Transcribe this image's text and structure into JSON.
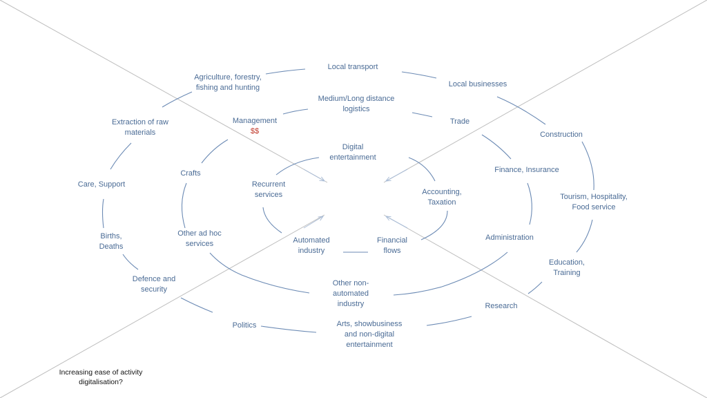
{
  "rings": {
    "outer": [
      "Local transport",
      "Local businesses",
      "Construction",
      "Tourism, Hospitality,\nFood service",
      "Education,\nTraining",
      "Research",
      "Arts, showbusiness\nand non-digital\nentertainment",
      "Politics",
      "Defence and\nsecurity",
      "Births,\nDeaths",
      "Care, Support",
      "Extraction of raw\nmaterials",
      "Agriculture, forestry,\nfishing and hunting"
    ],
    "middle": [
      "Medium/Long distance\nlogistics",
      "Trade",
      "Finance, Insurance",
      "Administration",
      "Other non-\nautomated\nindustry",
      "Other ad hoc\nservices",
      "Crafts",
      "Management"
    ],
    "inner": [
      "Digital\nentertainment",
      "Accounting,\nTaxation",
      "Financial\nflows",
      "Automated\nindustry",
      "Recurrent\nservices"
    ]
  },
  "management_cost": "$$",
  "question": "Increasing ease of activity\ndigitalisation?"
}
